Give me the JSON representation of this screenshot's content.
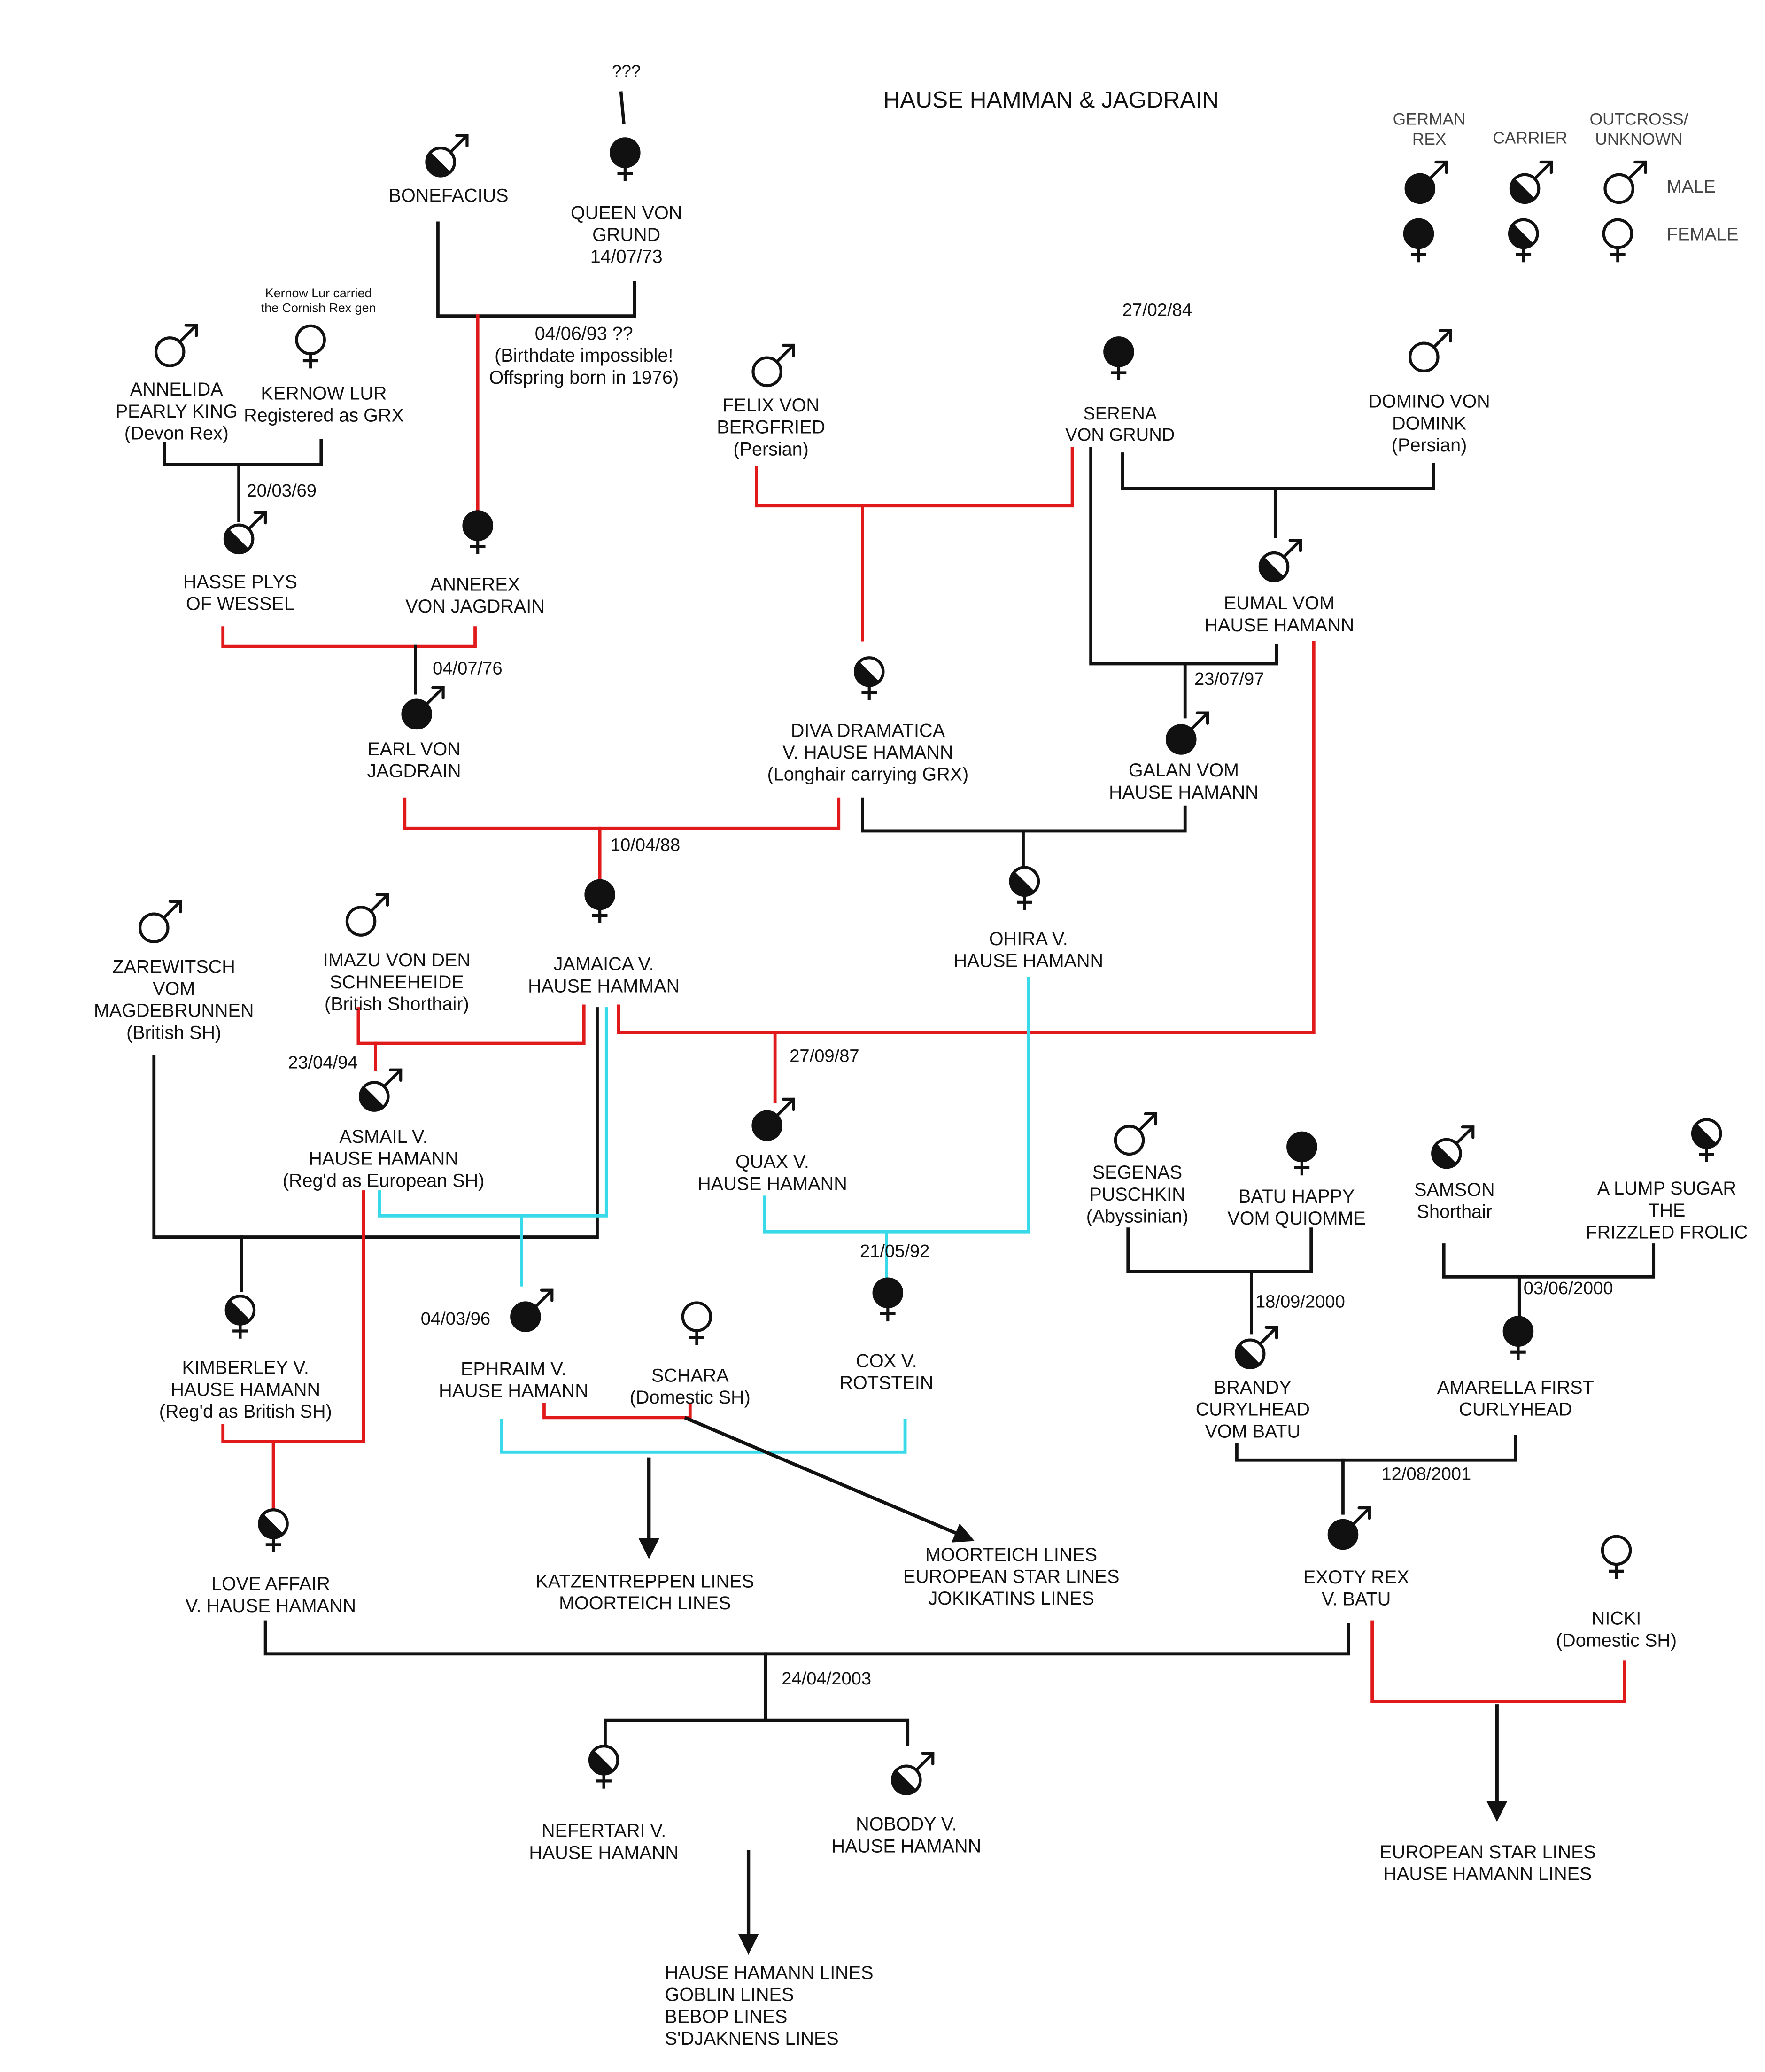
{
  "title": "HAUSE HAMMAN & JAGDRAIN",
  "colors": {
    "ink": "#111111",
    "red_line": "#e0191b",
    "cyan_line": "#38d9e8",
    "black_line": "#111111"
  },
  "legend": {
    "columns": [
      {
        "id": "rex",
        "label": [
          "GERMAN",
          "REX"
        ],
        "fill": "full"
      },
      {
        "id": "carrier",
        "label": [
          "CARRIER"
        ],
        "fill": "half"
      },
      {
        "id": "outcross",
        "label": [
          "OUTCROSS/",
          "UNKNOWN"
        ],
        "fill": "empty"
      }
    ],
    "rows": [
      {
        "sex": "male",
        "label": "MALE"
      },
      {
        "sex": "female",
        "label": "FEMALE"
      }
    ],
    "symbol_icons": {
      "male": "male-symbol-icon",
      "female": "female-symbol-icon"
    }
  },
  "nodes": [
    {
      "id": "unknown-top",
      "lines": [
        "???"
      ],
      "symbol": null
    },
    {
      "id": "bonefacius",
      "lines": [
        "BONEFACIUS"
      ],
      "symbol": {
        "sex": "male",
        "fill": "half"
      }
    },
    {
      "id": "queen-von-grund",
      "lines": [
        "QUEEN VON",
        "GRUND",
        "14/07/73"
      ],
      "symbol": {
        "sex": "female",
        "fill": "full"
      }
    },
    {
      "id": "kernow-note",
      "lines": [
        "Kernow Lur carried",
        "the Cornish Rex gen"
      ],
      "symbol": null
    },
    {
      "id": "annelida",
      "lines": [
        "ANNELIDA",
        "PEARLY KING",
        "(Devon Rex)"
      ],
      "symbol": {
        "sex": "male",
        "fill": "empty"
      }
    },
    {
      "id": "kernow-lur",
      "lines": [
        "KERNOW LUR",
        "Registered as GRX"
      ],
      "symbol": {
        "sex": "female",
        "fill": "empty"
      }
    },
    {
      "id": "note-birthdate",
      "lines": [
        "04/06/93 ??",
        "(Birthdate impossible!",
        "Offspring born in 1976)"
      ],
      "symbol": null
    },
    {
      "id": "felix",
      "lines": [
        "FELIX VON",
        "BERGFRIED",
        "(Persian)"
      ],
      "symbol": {
        "sex": "male",
        "fill": "empty"
      }
    },
    {
      "id": "serena",
      "lines": [
        "27/02/84",
        "SERENA",
        "VON GRUND"
      ],
      "symbol": {
        "sex": "female",
        "fill": "full"
      }
    },
    {
      "id": "domino",
      "lines": [
        "DOMINO VON",
        "DOMINK",
        "(Persian)"
      ],
      "symbol": {
        "sex": "male",
        "fill": "empty"
      }
    },
    {
      "id": "hasse",
      "lines": [
        "HASSE PLYS",
        "OF WESSEL"
      ],
      "symbol": {
        "sex": "male",
        "fill": "half"
      }
    },
    {
      "id": "annerex",
      "lines": [
        "ANNEREX",
        "VON JAGDRAIN"
      ],
      "symbol": {
        "sex": "female",
        "fill": "full"
      }
    },
    {
      "id": "eumal",
      "lines": [
        "EUMAL VOM",
        "HAUSE HAMANN"
      ],
      "symbol": {
        "sex": "male",
        "fill": "half"
      }
    },
    {
      "id": "earl",
      "lines": [
        "EARL VON",
        "JAGDRAIN"
      ],
      "symbol": {
        "sex": "male",
        "fill": "full"
      }
    },
    {
      "id": "diva",
      "lines": [
        "DIVA DRAMATICA",
        "V. HAUSE HAMANN",
        "(Longhair carrying GRX)"
      ],
      "symbol": {
        "sex": "female",
        "fill": "half"
      }
    },
    {
      "id": "galan",
      "lines": [
        "GALAN VOM",
        "HAUSE HAMANN"
      ],
      "symbol": {
        "sex": "male",
        "fill": "full"
      }
    },
    {
      "id": "zarewitsch",
      "lines": [
        "ZAREWITSCH",
        "VOM",
        "MAGDEBRUNNEN",
        "(British SH)"
      ],
      "symbol": {
        "sex": "male",
        "fill": "empty"
      }
    },
    {
      "id": "imazu",
      "lines": [
        "IMAZU VON DEN",
        "SCHNEEHEIDE",
        "(British Shorthair)"
      ],
      "symbol": {
        "sex": "male",
        "fill": "empty"
      }
    },
    {
      "id": "jamaica",
      "lines": [
        "JAMAICA V.",
        "HAUSE HAMMAN"
      ],
      "symbol": {
        "sex": "female",
        "fill": "full"
      }
    },
    {
      "id": "ohira",
      "lines": [
        "OHIRA V.",
        "HAUSE HAMANN"
      ],
      "symbol": {
        "sex": "female",
        "fill": "half"
      }
    },
    {
      "id": "asmail",
      "lines": [
        "ASMAIL V.",
        "HAUSE HAMANN",
        "(Reg'd as European SH)"
      ],
      "symbol": {
        "sex": "male",
        "fill": "half"
      }
    },
    {
      "id": "quax",
      "lines": [
        "QUAX V.",
        "HAUSE HAMANN"
      ],
      "symbol": {
        "sex": "male",
        "fill": "full"
      }
    },
    {
      "id": "segenas",
      "lines": [
        "SEGENAS",
        "PUSCHKIN",
        "(Abyssinian)"
      ],
      "symbol": {
        "sex": "male",
        "fill": "empty"
      }
    },
    {
      "id": "batu-happy",
      "lines": [
        "BATU HAPPY",
        "VOM QUIOMME"
      ],
      "symbol": {
        "sex": "female",
        "fill": "full"
      }
    },
    {
      "id": "samson",
      "lines": [
        "SAMSON",
        "Shorthair"
      ],
      "symbol": {
        "sex": "male",
        "fill": "half"
      }
    },
    {
      "id": "lump-sugar",
      "lines": [
        "A LUMP SUGAR",
        "THE",
        "FRIZZLED FROLIC"
      ],
      "symbol": {
        "sex": "female",
        "fill": "half"
      }
    },
    {
      "id": "kimberley",
      "lines": [
        "KIMBERLEY V.",
        "HAUSE HAMANN",
        "(Reg'd as British SH)"
      ],
      "symbol": {
        "sex": "female",
        "fill": "half"
      }
    },
    {
      "id": "ephraim",
      "lines": [
        "EPHRAIM V.",
        "HAUSE HAMANN"
      ],
      "symbol": {
        "sex": "male",
        "fill": "full"
      }
    },
    {
      "id": "schara",
      "lines": [
        "SCHARA",
        "(Domestic SH)"
      ],
      "symbol": {
        "sex": "female",
        "fill": "empty"
      }
    },
    {
      "id": "cox",
      "lines": [
        "COX V.",
        "ROTSTEIN"
      ],
      "symbol": {
        "sex": "female",
        "fill": "full"
      }
    },
    {
      "id": "brandy",
      "lines": [
        "BRANDY",
        "CURYLHEAD",
        "VOM BATU"
      ],
      "symbol": {
        "sex": "male",
        "fill": "half"
      }
    },
    {
      "id": "amarella",
      "lines": [
        "AMARELLA FIRST",
        "CURLYHEAD"
      ],
      "symbol": {
        "sex": "female",
        "fill": "full"
      }
    },
    {
      "id": "love-affair",
      "lines": [
        "LOVE AFFAIR",
        "V. HAUSE HAMANN"
      ],
      "symbol": {
        "sex": "female",
        "fill": "half"
      }
    },
    {
      "id": "exoty-rex",
      "lines": [
        "EXOTY REX",
        "V. BATU"
      ],
      "symbol": {
        "sex": "male",
        "fill": "full"
      }
    },
    {
      "id": "nicki",
      "lines": [
        "NICKI",
        "(Domestic SH)"
      ],
      "symbol": {
        "sex": "female",
        "fill": "empty"
      }
    },
    {
      "id": "nefertari",
      "lines": [
        "NEFERTARI V.",
        "HAUSE HAMANN"
      ],
      "symbol": {
        "sex": "female",
        "fill": "half"
      }
    },
    {
      "id": "nobody",
      "lines": [
        "NOBODY V.",
        "HAUSE HAMANN"
      ],
      "symbol": {
        "sex": "male",
        "fill": "half"
      }
    }
  ],
  "dates": [
    {
      "id": "hasse-birth",
      "text": "20/03/69"
    },
    {
      "id": "earl-birth",
      "text": "04/07/76"
    },
    {
      "id": "galan-birth",
      "text": "23/07/97"
    },
    {
      "id": "jamaica-birth",
      "text": "10/04/88"
    },
    {
      "id": "asmail-birth",
      "text": "23/04/94"
    },
    {
      "id": "quax-birth",
      "text": "27/09/87"
    },
    {
      "id": "cox-birth",
      "text": "21/05/92"
    },
    {
      "id": "ephraim-birth",
      "text": "04/03/96"
    },
    {
      "id": "brandy-birth",
      "text": "18/09/2000"
    },
    {
      "id": "amarella-birth",
      "text": "03/06/2000"
    },
    {
      "id": "exoty-birth",
      "text": "12/08/2001"
    },
    {
      "id": "litter-birth",
      "text": "24/04/2003"
    }
  ],
  "lines_outputs": [
    {
      "id": "katzentreppen",
      "lines": [
        "KATZENTREPPEN LINES",
        "MOORTEICH LINES"
      ]
    },
    {
      "id": "moorteich",
      "lines": [
        "MOORTEICH LINES",
        "EUROPEAN STAR LINES",
        "JOKIKATINS LINES"
      ]
    },
    {
      "id": "european-hause",
      "lines": [
        "EUROPEAN STAR LINES",
        "HAUSE HAMANN LINES"
      ]
    },
    {
      "id": "hause-goblin",
      "lines": [
        "HAUSE HAMANN LINES",
        "GOBLIN LINES",
        "BEBOP LINES",
        "S'DJAKNENS LINES"
      ]
    }
  ]
}
